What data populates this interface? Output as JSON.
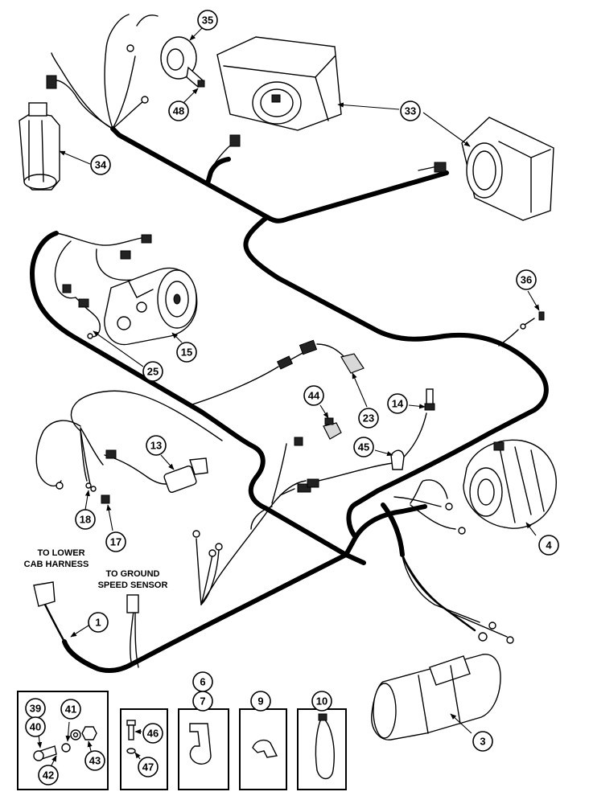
{
  "callouts": {
    "c1": "1",
    "c3": "3",
    "c4": "4",
    "c6": "6",
    "c7": "7",
    "c9": "9",
    "c10": "10",
    "c13": "13",
    "c14": "14",
    "c15": "15",
    "c17": "17",
    "c18": "18",
    "c23": "23",
    "c25": "25",
    "c33": "33",
    "c34": "34",
    "c35": "35",
    "c36": "36",
    "c39": "39",
    "c40": "40",
    "c41": "41",
    "c42": "42",
    "c43": "43",
    "c44": "44",
    "c45": "45",
    "c46": "46",
    "c47": "47",
    "c48": "48"
  },
  "notes": {
    "lower_cab_line1": "TO LOWER",
    "lower_cab_line2": "CAB HARNESS",
    "ground_speed_line1": "TO GROUND",
    "ground_speed_line2": "SPEED SENSOR"
  },
  "colors": {
    "ink": "#000000",
    "paper": "#ffffff"
  }
}
